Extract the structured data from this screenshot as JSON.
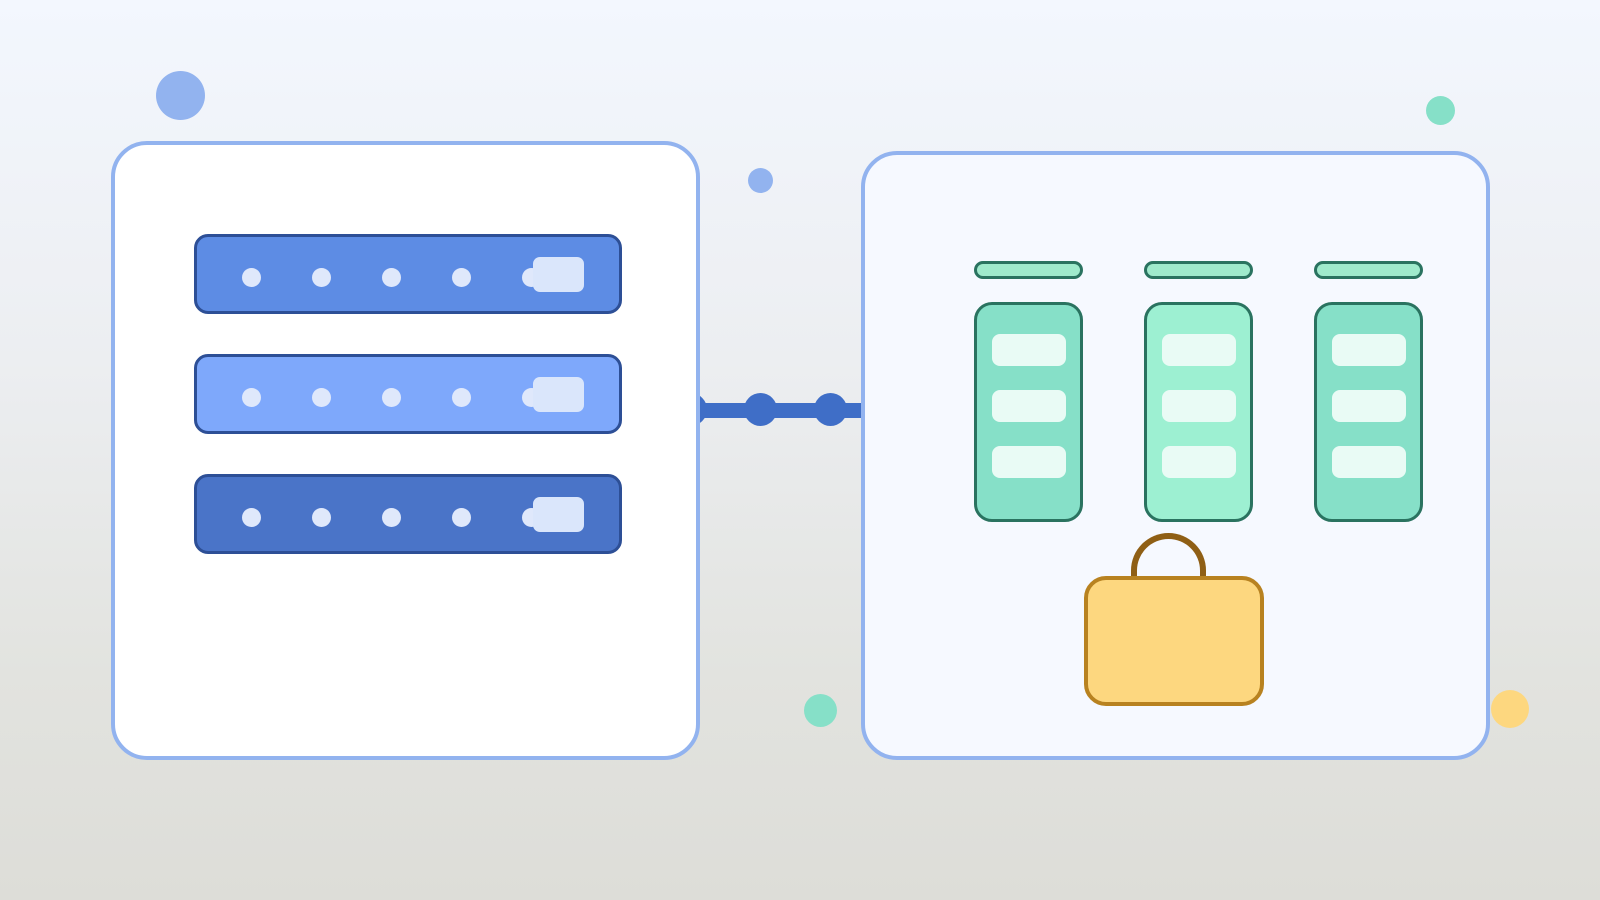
{
  "colors": {
    "panel_border": "#92b3ef",
    "server_top": "#5d8ce4",
    "server_middle": "#7ea8fb",
    "server_bottom": "#4a74c8",
    "connector": "#3f6ec7",
    "column_fill_dark": "#86e0c8",
    "column_fill_light": "#9df0d2",
    "column_border": "#2a7360",
    "briefcase_fill": "#fdd77f",
    "briefcase_border": "#b88220",
    "accent_blue": "#92b3ef",
    "accent_green": "#86e0c8",
    "accent_yellow": "#fdd77f"
  },
  "server_rack": {
    "icon": "server-rack-icon",
    "units": [
      {
        "icon": "server-unit-icon",
        "led_count": 4
      },
      {
        "icon": "server-unit-icon",
        "led_count": 4
      },
      {
        "icon": "server-unit-icon",
        "led_count": 4
      }
    ]
  },
  "connector": {
    "icon": "connection-line-icon",
    "node_count": 3
  },
  "board": {
    "icon": "kanban-board-icon",
    "columns": [
      {
        "card_count": 3
      },
      {
        "card_count": 3
      },
      {
        "card_count": 3
      }
    ],
    "briefcase_icon": "briefcase-icon"
  }
}
